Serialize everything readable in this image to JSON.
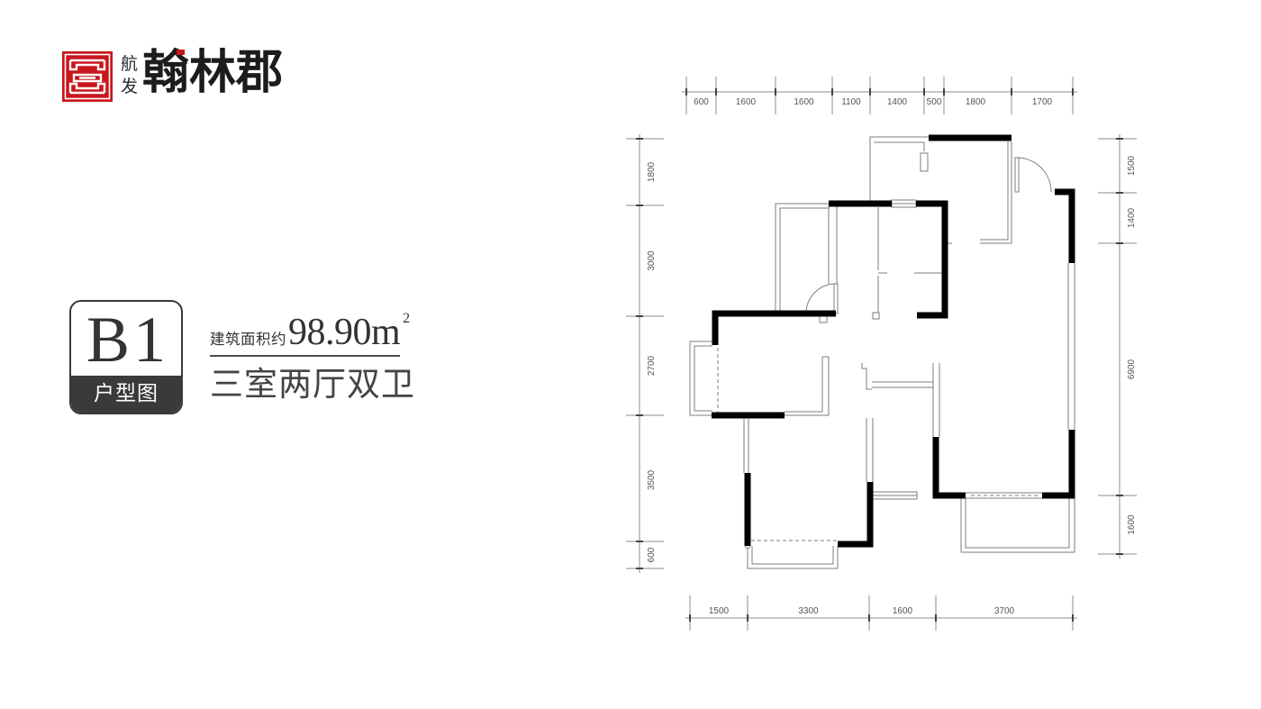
{
  "brand": {
    "subtitle": "航发",
    "name": "翰林郡",
    "logo_icon": "seal-logo-icon"
  },
  "unit": {
    "code": "B1",
    "badge_label": "户型图",
    "area_label": "建筑面积约",
    "area_value": "98.90m",
    "area_unit_exponent": "2",
    "room_config": "三室两厅双卫"
  },
  "floor_plan": {
    "dimensions": {
      "top": [
        "600",
        "1600",
        "1600",
        "1100",
        "1400",
        "500",
        "1800",
        "1700"
      ],
      "bottom": [
        "1500",
        "3300",
        "1600",
        "3700"
      ],
      "left": [
        "1800",
        "3000",
        "2700",
        "3500",
        "600"
      ],
      "right": [
        "1500",
        "1400",
        "6900",
        "1600"
      ]
    }
  },
  "colors": {
    "seal": "#c8161d",
    "wall": "#000000",
    "thin_line": "#7d7d7d",
    "text": "#333333",
    "badge": "#3a3a3a",
    "background": "#ffffff"
  }
}
